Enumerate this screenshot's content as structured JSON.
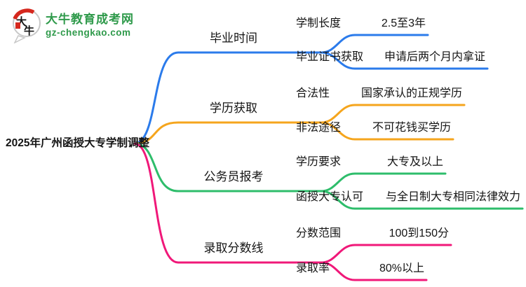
{
  "page": {
    "background": "#ffffff",
    "text_color": "#141414"
  },
  "logo": {
    "icon": "speech-bubble-with-calligraphy",
    "icon_char_top": "大",
    "icon_char_bottom": "牛",
    "title": "大牛教育成考网",
    "domain": "gz-chengkao.com",
    "brand_green": "#2f9a4b",
    "seal_red": "#d5281e"
  },
  "root": {
    "label": "2025年广州函授大专学制调整"
  },
  "branches": [
    {
      "label": "毕业时间",
      "color": "#2b7beb",
      "children": [
        {
          "label": "学制长度",
          "value": "2.5至3年"
        },
        {
          "label": "毕业证书获取",
          "value": "申请后两个月内拿证"
        }
      ]
    },
    {
      "label": "学历获取",
      "color": "#f5a51d",
      "children": [
        {
          "label": "合法性",
          "value": "国家承认的正规学历"
        },
        {
          "label": "非法途径",
          "value": "不可花钱买学历"
        }
      ]
    },
    {
      "label": "公务员报考",
      "color": "#2ebd6b",
      "children": [
        {
          "label": "学历要求",
          "value": "大专及以上"
        },
        {
          "label": "函授大专认可",
          "value": "与全日制大专相同法律效力"
        }
      ]
    },
    {
      "label": "录取分数线",
      "color": "#f01879",
      "children": [
        {
          "label": "分数范围",
          "value": "100到150分"
        },
        {
          "label": "录取率",
          "value": "80%以上"
        }
      ]
    }
  ]
}
